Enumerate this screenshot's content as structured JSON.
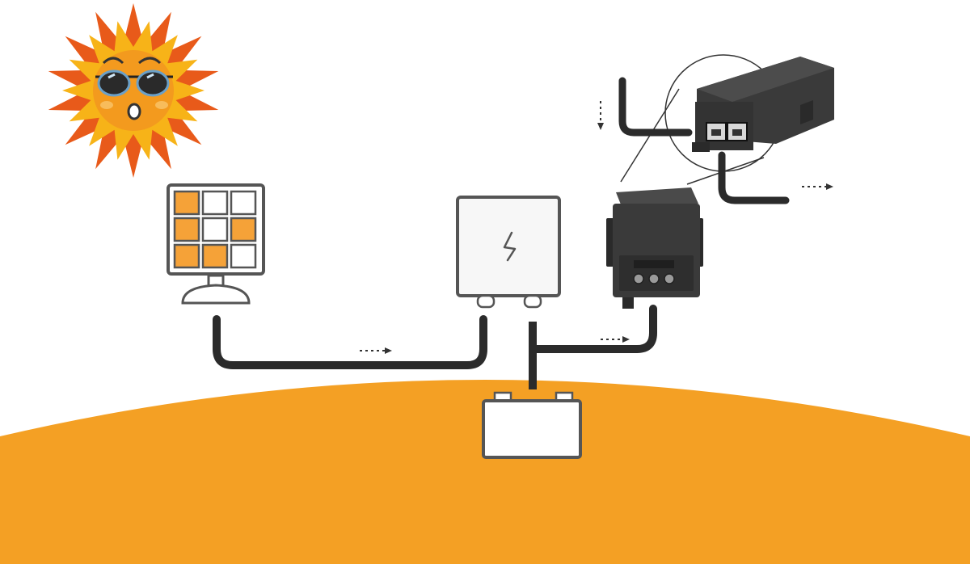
{
  "diagram": {
    "colors": {
      "background": "#ffffff",
      "accent_orange": "#f4a024",
      "panel_cell_orange": "#f5a238",
      "outline_gray": "#555555",
      "cable_dark": "#2b2b2b",
      "device_body": "#3a3a3a",
      "sun_outer": "#e85a1a",
      "sun_inner": "#f7b318"
    },
    "nodes": [
      {
        "id": "sun",
        "icon": "sun-with-sunglasses-icon"
      },
      {
        "id": "solar-panel",
        "icon": "solar-panel-icon",
        "cells_orange": [
          true,
          false,
          false,
          true,
          false,
          true,
          true,
          true,
          false
        ]
      },
      {
        "id": "charge-controller",
        "icon": "charge-controller-icon",
        "symbol": "lightning-bolt-icon"
      },
      {
        "id": "battery",
        "icon": "battery-icon"
      },
      {
        "id": "poe-injector",
        "icon": "poe-injector-icon"
      },
      {
        "id": "poe-injector-closeup",
        "icon": "poe-injector-ports-closeup-icon"
      }
    ],
    "edges": [
      {
        "from": "solar-panel",
        "to": "charge-controller",
        "arrow": "flow-arrow-icon"
      },
      {
        "from": "charge-controller",
        "to": "battery"
      },
      {
        "from": "charge-controller",
        "to": "poe-injector",
        "arrow": "flow-arrow-icon"
      },
      {
        "from": "data-in",
        "to": "poe-injector-closeup",
        "arrow": "flow-arrow-down-icon"
      },
      {
        "from": "poe-injector-closeup",
        "to": "powered-device",
        "arrow": "flow-arrow-icon"
      }
    ]
  }
}
